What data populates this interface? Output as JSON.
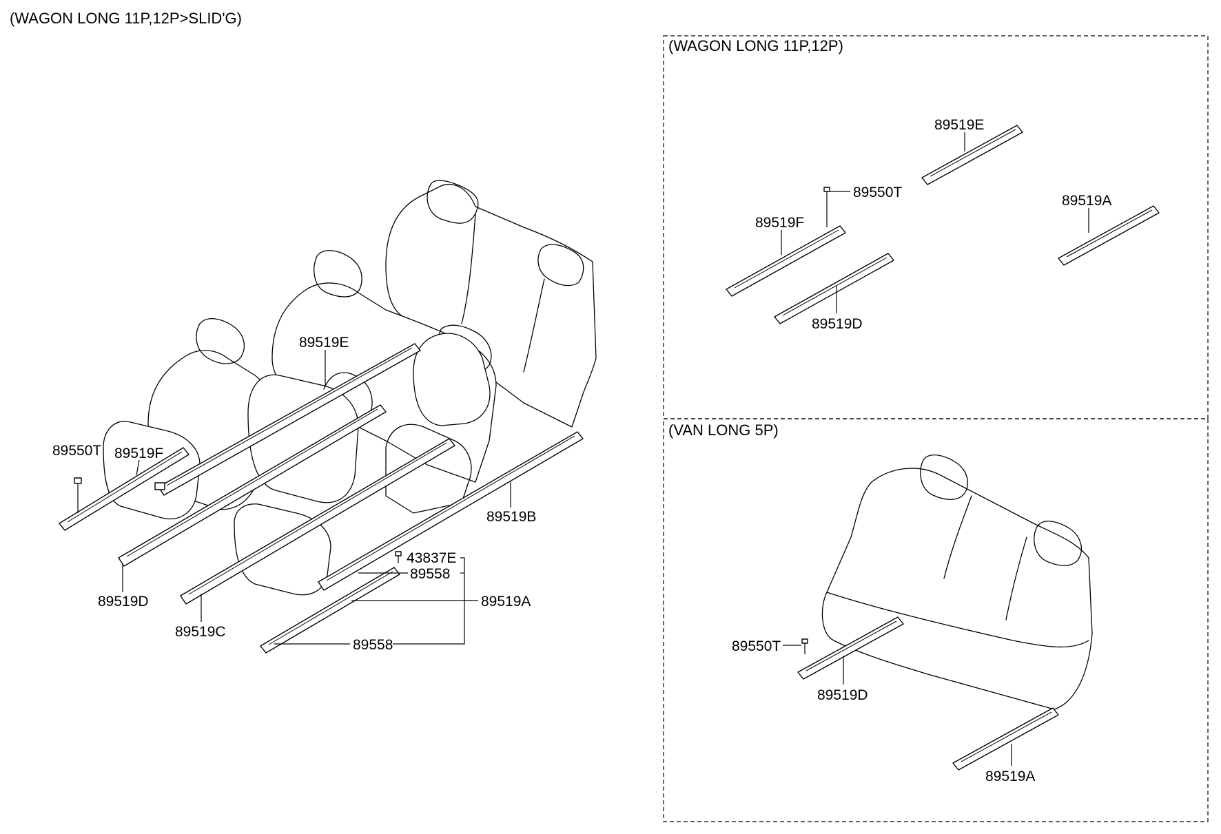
{
  "diagram": {
    "main_title": "(WAGON LONG 11P,12P>SLID'G)",
    "panel_top_title": "(WAGON LONG 11P,12P)",
    "panel_bottom_title": "(VAN LONG 5P)",
    "main_labels": {
      "p89550T": "89550T",
      "p89519F": "89519F",
      "p89519E": "89519E",
      "p89519D": "89519D",
      "p89519C": "89519C",
      "p89519B": "89519B",
      "p43837E": "43837E",
      "p89558a": "89558",
      "p89519A": "89519A",
      "p89558b": "89558"
    },
    "top_panel_labels": {
      "p89519E": "89519E",
      "p89550T": "89550T",
      "p89519F": "89519F",
      "p89519A": "89519A",
      "p89519D": "89519D"
    },
    "bottom_panel_labels": {
      "p89550T": "89550T",
      "p89519D": "89519D",
      "p89519A": "89519A"
    }
  }
}
